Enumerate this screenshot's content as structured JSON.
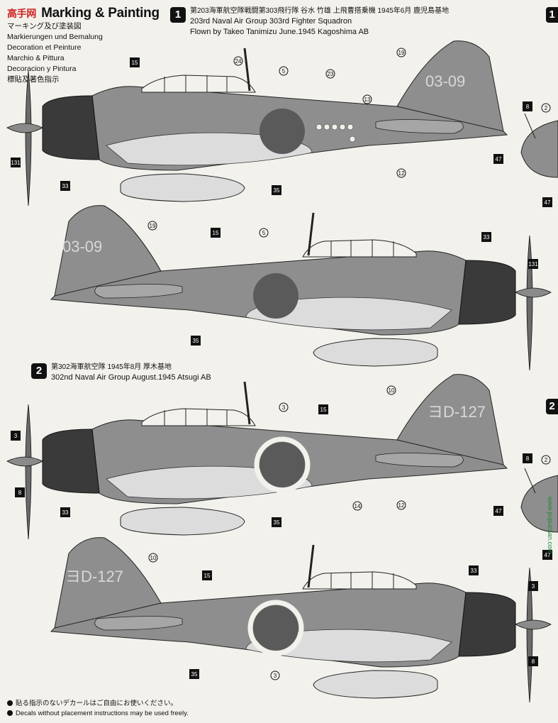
{
  "header": {
    "logo_text": "高手网",
    "title": "Marking & Painting",
    "languages": [
      "マーキング及び塗装図",
      "Markierungen und Bemalung",
      "Decoration et Peinture",
      "Marchio & Pittura",
      "Decoracion y Pintura",
      "標貼及著色指示"
    ]
  },
  "schemes": [
    {
      "number": "1",
      "jp_line": "第203海軍航空隊戦闘第303飛行隊 谷水 竹雄 上飛曹搭乗機 1945年6月 鹿児島基地",
      "line1": "203rd Naval Air Group 303rd Fighter Squadron",
      "line2": "Flown by Takeo Tanimizu June.1945 Kagoshima AB",
      "tail_code": "03-09"
    },
    {
      "number": "2",
      "jp_line": "第302海軍航空隊 1945年8月 厚木基地",
      "line1": "302nd Naval Air Group August.1945 Atsugi AB",
      "tail_code": "ヨD-127"
    }
  ],
  "callouts": {
    "a1": [
      "24",
      "5",
      "23",
      "13",
      "19",
      "15",
      "131",
      "33",
      "35",
      "12"
    ],
    "a2": [
      "19",
      "15",
      "5",
      "33",
      "131",
      "35"
    ],
    "a3": [
      "10",
      "3",
      "15",
      "3",
      "8",
      "33",
      "35",
      "14",
      "12"
    ],
    "a4": [
      "10",
      "15",
      "33",
      "3",
      "35",
      "3",
      "8"
    ],
    "side1": [
      "8",
      "2",
      "47",
      "47"
    ],
    "side2": [
      "8",
      "2",
      "47",
      "47"
    ],
    "right_marks": [
      "1",
      "2"
    ]
  },
  "footer": {
    "jp": "貼る指示のないデカールはご自由にお使いください。",
    "en": "Decals without placement instructions may be used freely."
  },
  "watermark": "www.pupuchan.com",
  "colors": {
    "aircraft_gray": "#8e8e8e",
    "belly_light": "#dcdcdc",
    "cowl_dark": "#3a3a3a",
    "hinomaru": "#5a5a5a"
  }
}
